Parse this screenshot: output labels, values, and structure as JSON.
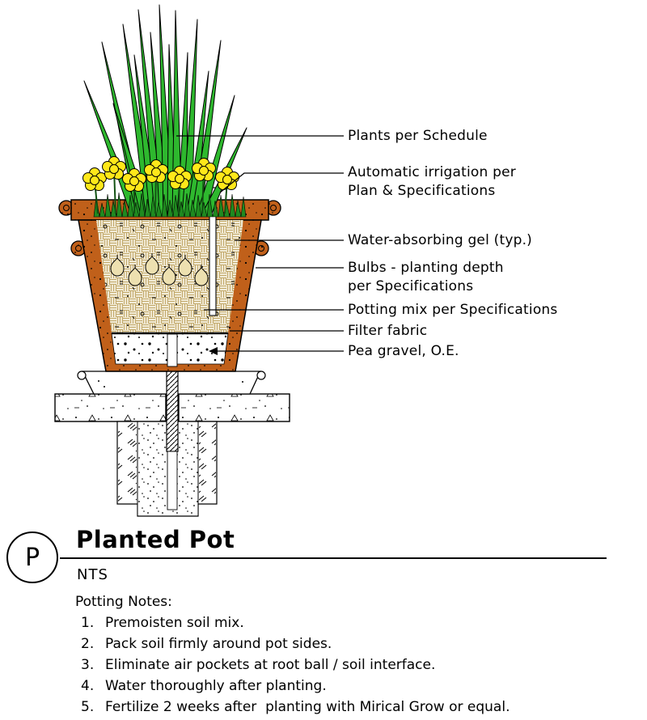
{
  "drawing": {
    "callouts": {
      "plants": {
        "line1": "Plants per Schedule"
      },
      "irrigation": {
        "line1": "Automatic irrigation per",
        "line2": "Plan & Specifications"
      },
      "gel": {
        "line1": "Water-absorbing gel (typ.)"
      },
      "bulbs": {
        "line1": "Bulbs - planting depth",
        "line2": "per Specifications"
      },
      "potting_mix": {
        "line1": "Potting mix per Specifications"
      },
      "filter_fabric": {
        "line1": "Filter fabric"
      },
      "pea_gravel": {
        "line1": "Pea gravel, O.E."
      }
    },
    "colors": {
      "pot_terracotta": "#C0601A",
      "leaf_green": "#2EB82E",
      "grass_dark_green": "#1F8A1F",
      "flower_yellow": "#FFE81A",
      "soil_cream": "#F2ECD8",
      "soil_weave_tan": "#C2A96B",
      "bulb_tan": "#EDE0B0",
      "line_black": "#000000"
    }
  },
  "title_block": {
    "detail_letter": "P",
    "title": "Planted Pot",
    "scale": "NTS"
  },
  "notes": {
    "heading": "Potting Notes:",
    "items": [
      {
        "num": "1.",
        "text": "Premoisten soil mix."
      },
      {
        "num": "2.",
        "text": "Pack soil firmly around pot sides."
      },
      {
        "num": "3.",
        "text": "Eliminate air pockets at root ball / soil interface."
      },
      {
        "num": "4.",
        "text": "Water thoroughly after planting."
      },
      {
        "num": "5.",
        "text": "Fertilize 2 weeks after  planting with Mirical Grow or equal."
      }
    ]
  }
}
